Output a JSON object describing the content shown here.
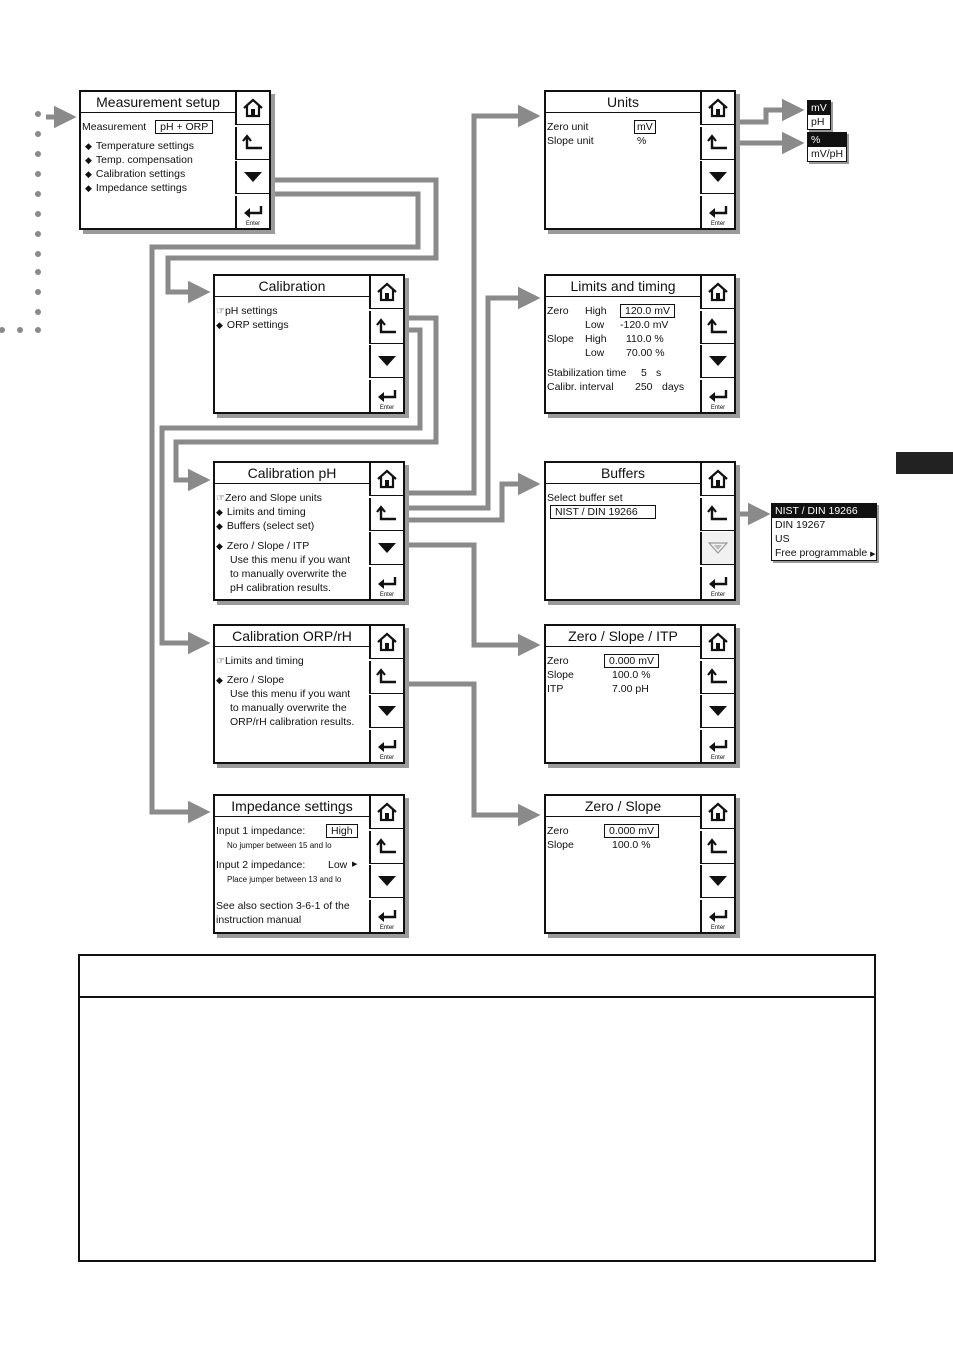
{
  "colors": {
    "arrow": "#8a8a8a",
    "line": "#111111",
    "shadow": "#9a9a9a"
  },
  "icons": {
    "home": "home-icon",
    "back": "back-arrow-icon",
    "down": "down-triangle-icon",
    "enter": "enter-icon"
  },
  "enter_label": "Enter",
  "panels": {
    "measurement_setup": {
      "title": "Measurement setup",
      "measurement_label": "Measurement",
      "measurement_value": "pH + ORP",
      "items": [
        "Temperature settings",
        "Temp. compensation",
        "Calibration settings",
        "Impedance settings"
      ]
    },
    "calibration": {
      "title": "Calibration",
      "items": [
        "pH settings",
        "ORP settings"
      ]
    },
    "calibration_ph": {
      "title": "Calibration pH",
      "items": [
        "Zero and Slope units",
        "Limits and timing",
        "Buffers (select set)",
        "Zero / Slope / ITP"
      ],
      "note": [
        "Use this menu if you want",
        "to manually overwrite the",
        "pH calibration results."
      ]
    },
    "calibration_orp": {
      "title": "Calibration ORP/rH",
      "items": [
        "Limits and timing",
        "Zero / Slope"
      ],
      "note": [
        "Use this menu if you want",
        "to manually overwrite the",
        "ORP/rH calibration results."
      ]
    },
    "impedance": {
      "title": "Impedance settings",
      "input1_label": "Input 1 impedance:",
      "input1_value": "High",
      "input1_note": "No jumper between 15 and lo",
      "input2_label": "Input 2 impedance:",
      "input2_value": "Low",
      "input2_note": "Place jumper between 13 and lo",
      "see_also": [
        "See also section 3-6-1 of the",
        "instruction manual"
      ]
    },
    "units": {
      "title": "Units",
      "zero_label": "Zero unit",
      "zero_value": "mV",
      "slope_label": "Slope unit",
      "slope_value": "%"
    },
    "limits": {
      "title": "Limits and timing",
      "zero_label": "Zero",
      "high_label": "High",
      "low_label": "Low",
      "zero_high": "120.0 mV",
      "zero_low": "-120.0 mV",
      "slope_label": "Slope",
      "slope_high": "110.0 %",
      "slope_low": "70.00 %",
      "stab_label": "Stabilization time",
      "stab_value": "5",
      "stab_unit": "s",
      "interval_label": "Calibr. interval",
      "interval_value": "250",
      "interval_unit": "days"
    },
    "buffers": {
      "title": "Buffers",
      "select_label": "Select buffer set",
      "select_value": "NIST / DIN 19266"
    },
    "zsi": {
      "title": "Zero / Slope / ITP",
      "zero_label": "Zero",
      "zero_value": "0.000 mV",
      "slope_label": "Slope",
      "slope_value": "100.0 %",
      "itp_label": "ITP",
      "itp_value": "7.00 pH"
    },
    "zs": {
      "title": "Zero / Slope",
      "zero_label": "Zero",
      "zero_value": "0.000 mV",
      "slope_label": "Slope",
      "slope_value": "100.0 %"
    }
  },
  "unit_options_zero": [
    "mV",
    "pH"
  ],
  "unit_options_slope": [
    "%",
    "mV/pH"
  ],
  "buffer_options": [
    "NIST / DIN 19266",
    "DIN 19267",
    "US",
    "Free programmable"
  ]
}
